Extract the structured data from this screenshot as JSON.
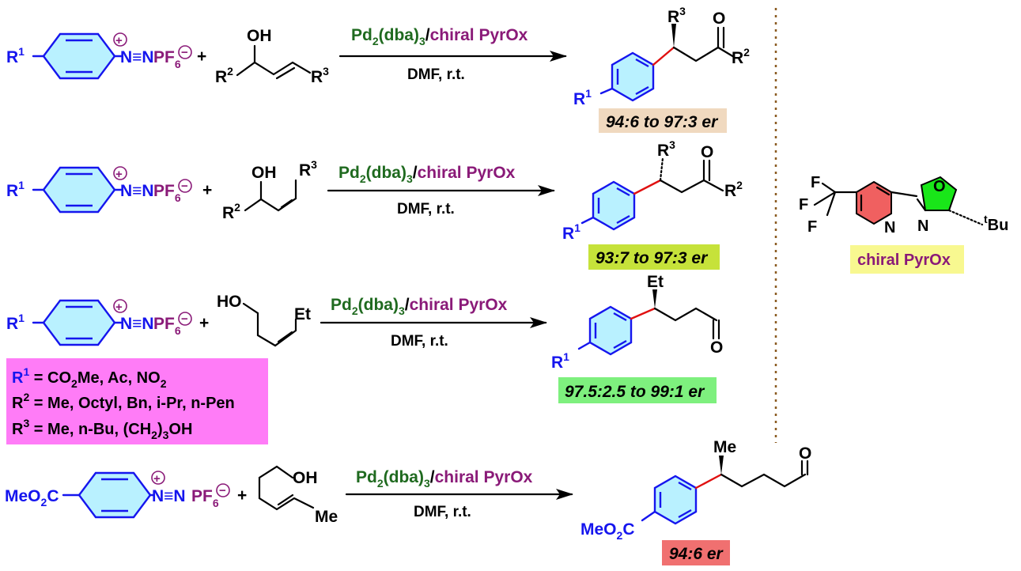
{
  "reagent_line": {
    "catalyst": "Pd",
    "cat_sub1": "2",
    "cat_mid": "(dba)",
    "cat_sub2": "3",
    "slash": "/",
    "ligand": "chiral PyrOx",
    "conditions": "DMF, r.t."
  },
  "diazonium": {
    "R": "R",
    "sup1": "1",
    "N": "N",
    "NN": "N≡N",
    "PF": "PF",
    "sub6": "6",
    "plus_charge": "+",
    "minus_charge": "−",
    "plus": "+"
  },
  "rows": [
    {
      "alcohol": {
        "OH": "OH",
        "Ra": "R",
        "Ra_sup": "2",
        "Rb": "R",
        "Rb_sup": "3"
      },
      "product": {
        "top": "R",
        "top_sup": "3",
        "O": "O",
        "right": "R",
        "right_sup": "2",
        "R1": "R",
        "R1_sup": "1"
      },
      "er": "94:6 to 97:3 er",
      "er_color": "#f0d9bf"
    },
    {
      "alcohol": {
        "OH": "OH",
        "Ra": "R",
        "Ra_sup": "2",
        "Rb": "R",
        "Rb_sup": "3"
      },
      "product": {
        "top": "R",
        "top_sup": "3",
        "O": "O",
        "right": "R",
        "right_sup": "2",
        "R1": "R",
        "R1_sup": "1"
      },
      "er": "93:7 to 97:3 er",
      "er_color": "#c6e23a"
    },
    {
      "alcohol": {
        "HO": "HO",
        "Et": "Et"
      },
      "product": {
        "top": "Et",
        "O": "O",
        "R1": "R",
        "R1_sup": "1"
      },
      "er": "97.5:2.5 to 99:1 er",
      "er_color": "#7ef07e"
    },
    {
      "aryl": {
        "MeO": "MeO",
        "sub2": "2",
        "C": "C"
      },
      "alcohol": {
        "OH": "OH",
        "Me": "Me"
      },
      "product": {
        "top": "Me",
        "O": "O",
        "MeO": "MeO",
        "sub2": "2",
        "C": "C"
      },
      "er": "94:6 er",
      "er_color": "#f07070"
    }
  ],
  "substituents": {
    "box_color": "#ff7cf7",
    "lines": [
      {
        "R": "R",
        "sup": "1",
        "text": " = CO",
        "sub": "2",
        "rest": "Me, Ac, NO",
        "sub2": "2",
        "tail": ""
      },
      {
        "R": "R",
        "sup": "2",
        "text": " = Me, Octyl, Bn, i-Pr, n-Pen",
        "sub": "",
        "rest": "",
        "sub2": "",
        "tail": ""
      },
      {
        "R": "R",
        "sup": "3",
        "text": " = Me, n-Bu, (CH",
        "sub": "2",
        "rest": ")",
        "sub2": "3",
        "tail": "OH"
      }
    ]
  },
  "ligand": {
    "F1": "F",
    "F2": "F",
    "F3": "F",
    "N_py": "N",
    "O": "O",
    "N_ox": "N",
    "t": "t",
    "Bu": "Bu",
    "label": "chiral PyrOx",
    "label_color": "#f8f890",
    "pyridine_color": "#f06060",
    "oxazoline_color": "#19e619"
  }
}
